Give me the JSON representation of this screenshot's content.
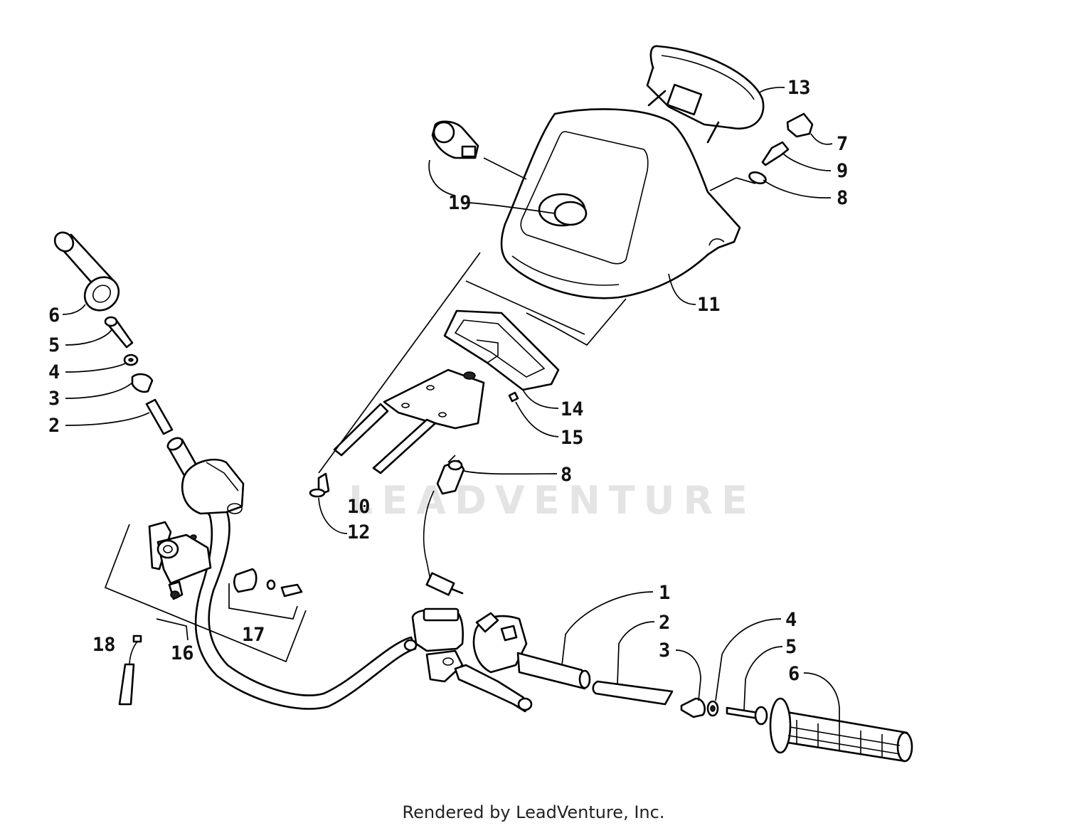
{
  "footer": "Rendered by LeadVenture, Inc.",
  "watermark": "LEADVENTURE",
  "callouts": [
    {
      "id": "c13",
      "text": "13"
    },
    {
      "id": "c7",
      "text": "7"
    },
    {
      "id": "c9",
      "text": "9"
    },
    {
      "id": "c8a",
      "text": "8"
    },
    {
      "id": "c19",
      "text": "19"
    },
    {
      "id": "c11",
      "text": "11"
    },
    {
      "id": "c6a",
      "text": "6"
    },
    {
      "id": "c5a",
      "text": "5"
    },
    {
      "id": "c4a",
      "text": "4"
    },
    {
      "id": "c3a",
      "text": "3"
    },
    {
      "id": "c2a",
      "text": "2"
    },
    {
      "id": "c14",
      "text": "14"
    },
    {
      "id": "c15",
      "text": "15"
    },
    {
      "id": "c8b",
      "text": "8"
    },
    {
      "id": "c10",
      "text": "10"
    },
    {
      "id": "c12",
      "text": "12"
    },
    {
      "id": "c1",
      "text": "1"
    },
    {
      "id": "c2b",
      "text": "2"
    },
    {
      "id": "c3b",
      "text": "3"
    },
    {
      "id": "c4b",
      "text": "4"
    },
    {
      "id": "c5b",
      "text": "5"
    },
    {
      "id": "c6b",
      "text": "6"
    },
    {
      "id": "c17",
      "text": "17"
    },
    {
      "id": "c18",
      "text": "18"
    },
    {
      "id": "c16",
      "text": "16"
    }
  ],
  "colors": {
    "ink": "#000000",
    "paper": "#ffffff",
    "watermark": "#cfcfcf"
  }
}
